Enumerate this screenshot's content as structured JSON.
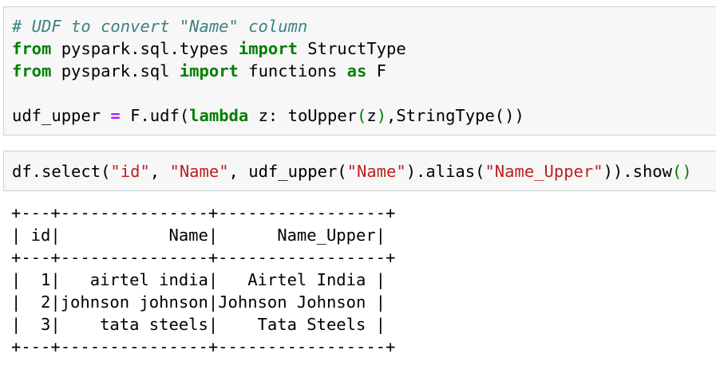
{
  "cells": {
    "cell1": {
      "comment": "# UDF to convert \"Name\" column",
      "line2": {
        "kw_from": "from",
        "module": " pyspark.sql.types ",
        "kw_import": "import",
        "name": " StructType"
      },
      "line3": {
        "kw_from": "from",
        "module": " pyspark.sql ",
        "kw_import": "import",
        "name": " functions ",
        "kw_as": "as",
        "alias": " F"
      },
      "line5": {
        "var": "udf_upper ",
        "eq": "=",
        "call": " F.udf(",
        "kw_lambda": "lambda",
        "arg": " z: toUpper",
        "paren_open": "(",
        "inner": "z",
        "paren_close": ")",
        "rest": ",StringType())"
      }
    },
    "cell2": {
      "p1": "df.select(",
      "s1": "\"id\"",
      "p2": ", ",
      "s2": "\"Name\"",
      "p3": ", udf_upper(",
      "s3": "\"Name\"",
      "p4": ").alias(",
      "s4": "\"Name_Upper\"",
      "p5": ")).show",
      "p6": "()"
    }
  },
  "output": {
    "border": "+---+---------------+-----------------+",
    "header": "| id|           Name|      Name_Upper|",
    "rows": [
      "|  1|   airtel india|   Airtel India |",
      "|  2|johnson johnson|Johnson Johnson |",
      "|  3|    tata steels|    Tata Steels |"
    ]
  },
  "colors": {
    "cell_background": "#f7f7f7",
    "cell_border": "#cfcfcf",
    "comment": "#408080",
    "keyword": "#008000",
    "operator": "#aa22ff",
    "string": "#ba2121"
  }
}
